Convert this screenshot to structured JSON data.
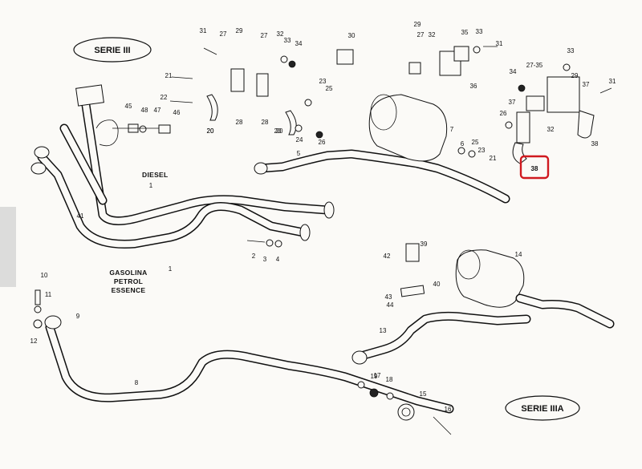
{
  "diagram": {
    "series_labels": {
      "serie_3": "SERIE III",
      "serie_3a": "SERIE IIIA"
    },
    "engine_labels": {
      "diesel": "DIESEL",
      "gasolina": "GASOLINA",
      "petrol": "PETROL",
      "essence": "ESSENCE"
    },
    "highlighted_part": "38",
    "highlight_color": "#d0191f",
    "part_numbers": [
      "1",
      "1",
      "2",
      "3",
      "4",
      "5",
      "6",
      "7",
      "8",
      "9",
      "10",
      "11",
      "12",
      "13",
      "14",
      "15",
      "16",
      "17",
      "18",
      "19",
      "20",
      "20",
      "20",
      "20",
      "21",
      "21",
      "22",
      "23",
      "23",
      "24",
      "25",
      "25",
      "26",
      "26",
      "27",
      "27",
      "27",
      "27-35",
      "28",
      "28",
      "29",
      "29",
      "29",
      "30",
      "31",
      "31",
      "31",
      "32",
      "32",
      "32",
      "33",
      "33",
      "33",
      "34",
      "34",
      "35",
      "36",
      "37",
      "37",
      "38",
      "38",
      "39",
      "40",
      "41",
      "42",
      "43",
      "44",
      "45",
      "46",
      "47",
      "48"
    ]
  }
}
